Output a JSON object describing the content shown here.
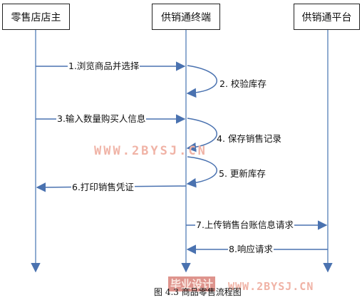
{
  "participants": [
    {
      "label": "零售店店主"
    },
    {
      "label": "供销通终端"
    },
    {
      "label": "供销通平台"
    }
  ],
  "messages": [
    {
      "label": "1.浏览商品并选择"
    },
    {
      "label": "2. 校验库存"
    },
    {
      "label": "3.输入数量购买人信息"
    },
    {
      "label": "4. 保存销售记录"
    },
    {
      "label": "5. 更新库存"
    },
    {
      "label": "6.打印销售凭证"
    },
    {
      "label": "7.上传销售台账信息请求"
    },
    {
      "label": "8.响应请求"
    }
  ],
  "watermark": {
    "center_text": "WWW.2BYSJ.CN",
    "bottom_left_text": "毕业设计",
    "bottom_right_text": "WWW.2BYSJ.CN"
  },
  "caption": "图  4.3   商品零售流程图",
  "colors": {
    "lifeline": "#6a8fc0",
    "arrow": "#4a72b0",
    "watermark": "#f0b3a6"
  }
}
